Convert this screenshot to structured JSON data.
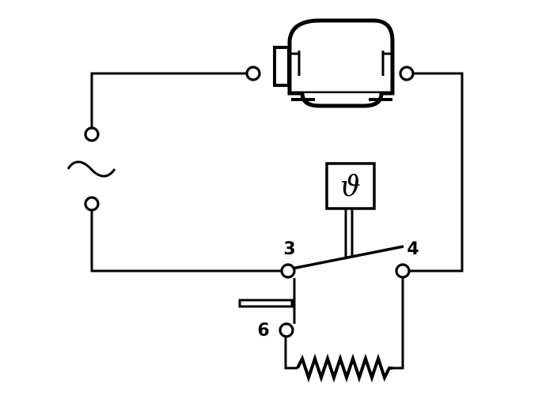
{
  "diagram": {
    "terminals": {
      "t3": "3",
      "t4": "4",
      "t6": "6"
    },
    "thermostat_symbol": "ϑ",
    "icons": {
      "compressor": "compressor-icon",
      "ac_source": "ac-source-icon",
      "thermostat": "thermostat-icon",
      "heater": "heater-resistor-icon"
    }
  }
}
